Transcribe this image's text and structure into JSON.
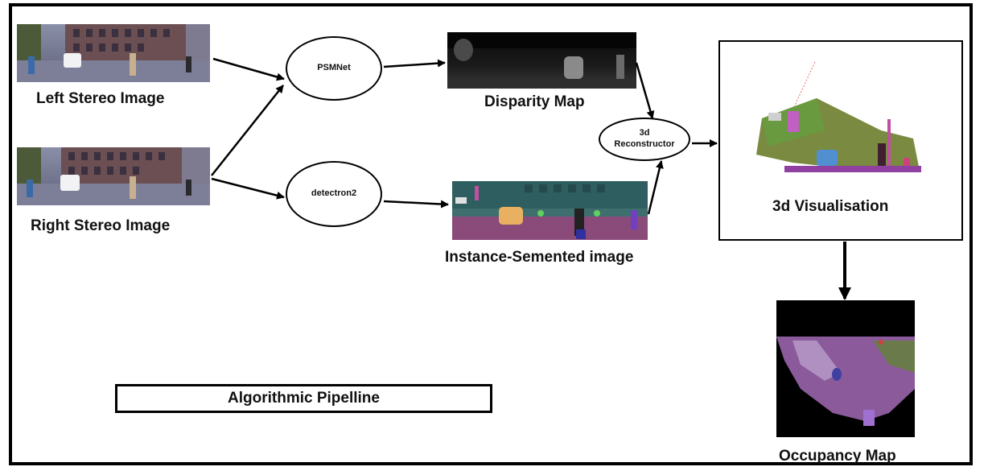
{
  "diagram": {
    "labels": {
      "left_stereo": "Left Stereo Image",
      "right_stereo": "Right Stereo Image",
      "disparity": "Disparity Map",
      "instance": "Instance-Semented image",
      "visualisation": "3d Visualisation",
      "occupancy": "Occupancy Map",
      "pipeline": "Algorithmic Pipelline"
    },
    "nodes": {
      "psmnet": "PSMNet",
      "detectron": "detectron2",
      "reconstructor_line1": "3d",
      "reconstructor_line2": "Reconstructor"
    },
    "edges": [
      {
        "from": "left-stereo-image",
        "to": "psmnet"
      },
      {
        "from": "right-stereo-image",
        "to": "psmnet"
      },
      {
        "from": "right-stereo-image",
        "to": "detectron2"
      },
      {
        "from": "psmnet",
        "to": "disparity-map"
      },
      {
        "from": "detectron2",
        "to": "instance-segmented-image"
      },
      {
        "from": "disparity-map",
        "to": "3d-reconstructor"
      },
      {
        "from": "instance-segmented-image",
        "to": "3d-reconstructor"
      },
      {
        "from": "3d-reconstructor",
        "to": "3d-visualisation"
      },
      {
        "from": "3d-visualisation",
        "to": "occupancy-map"
      }
    ]
  }
}
